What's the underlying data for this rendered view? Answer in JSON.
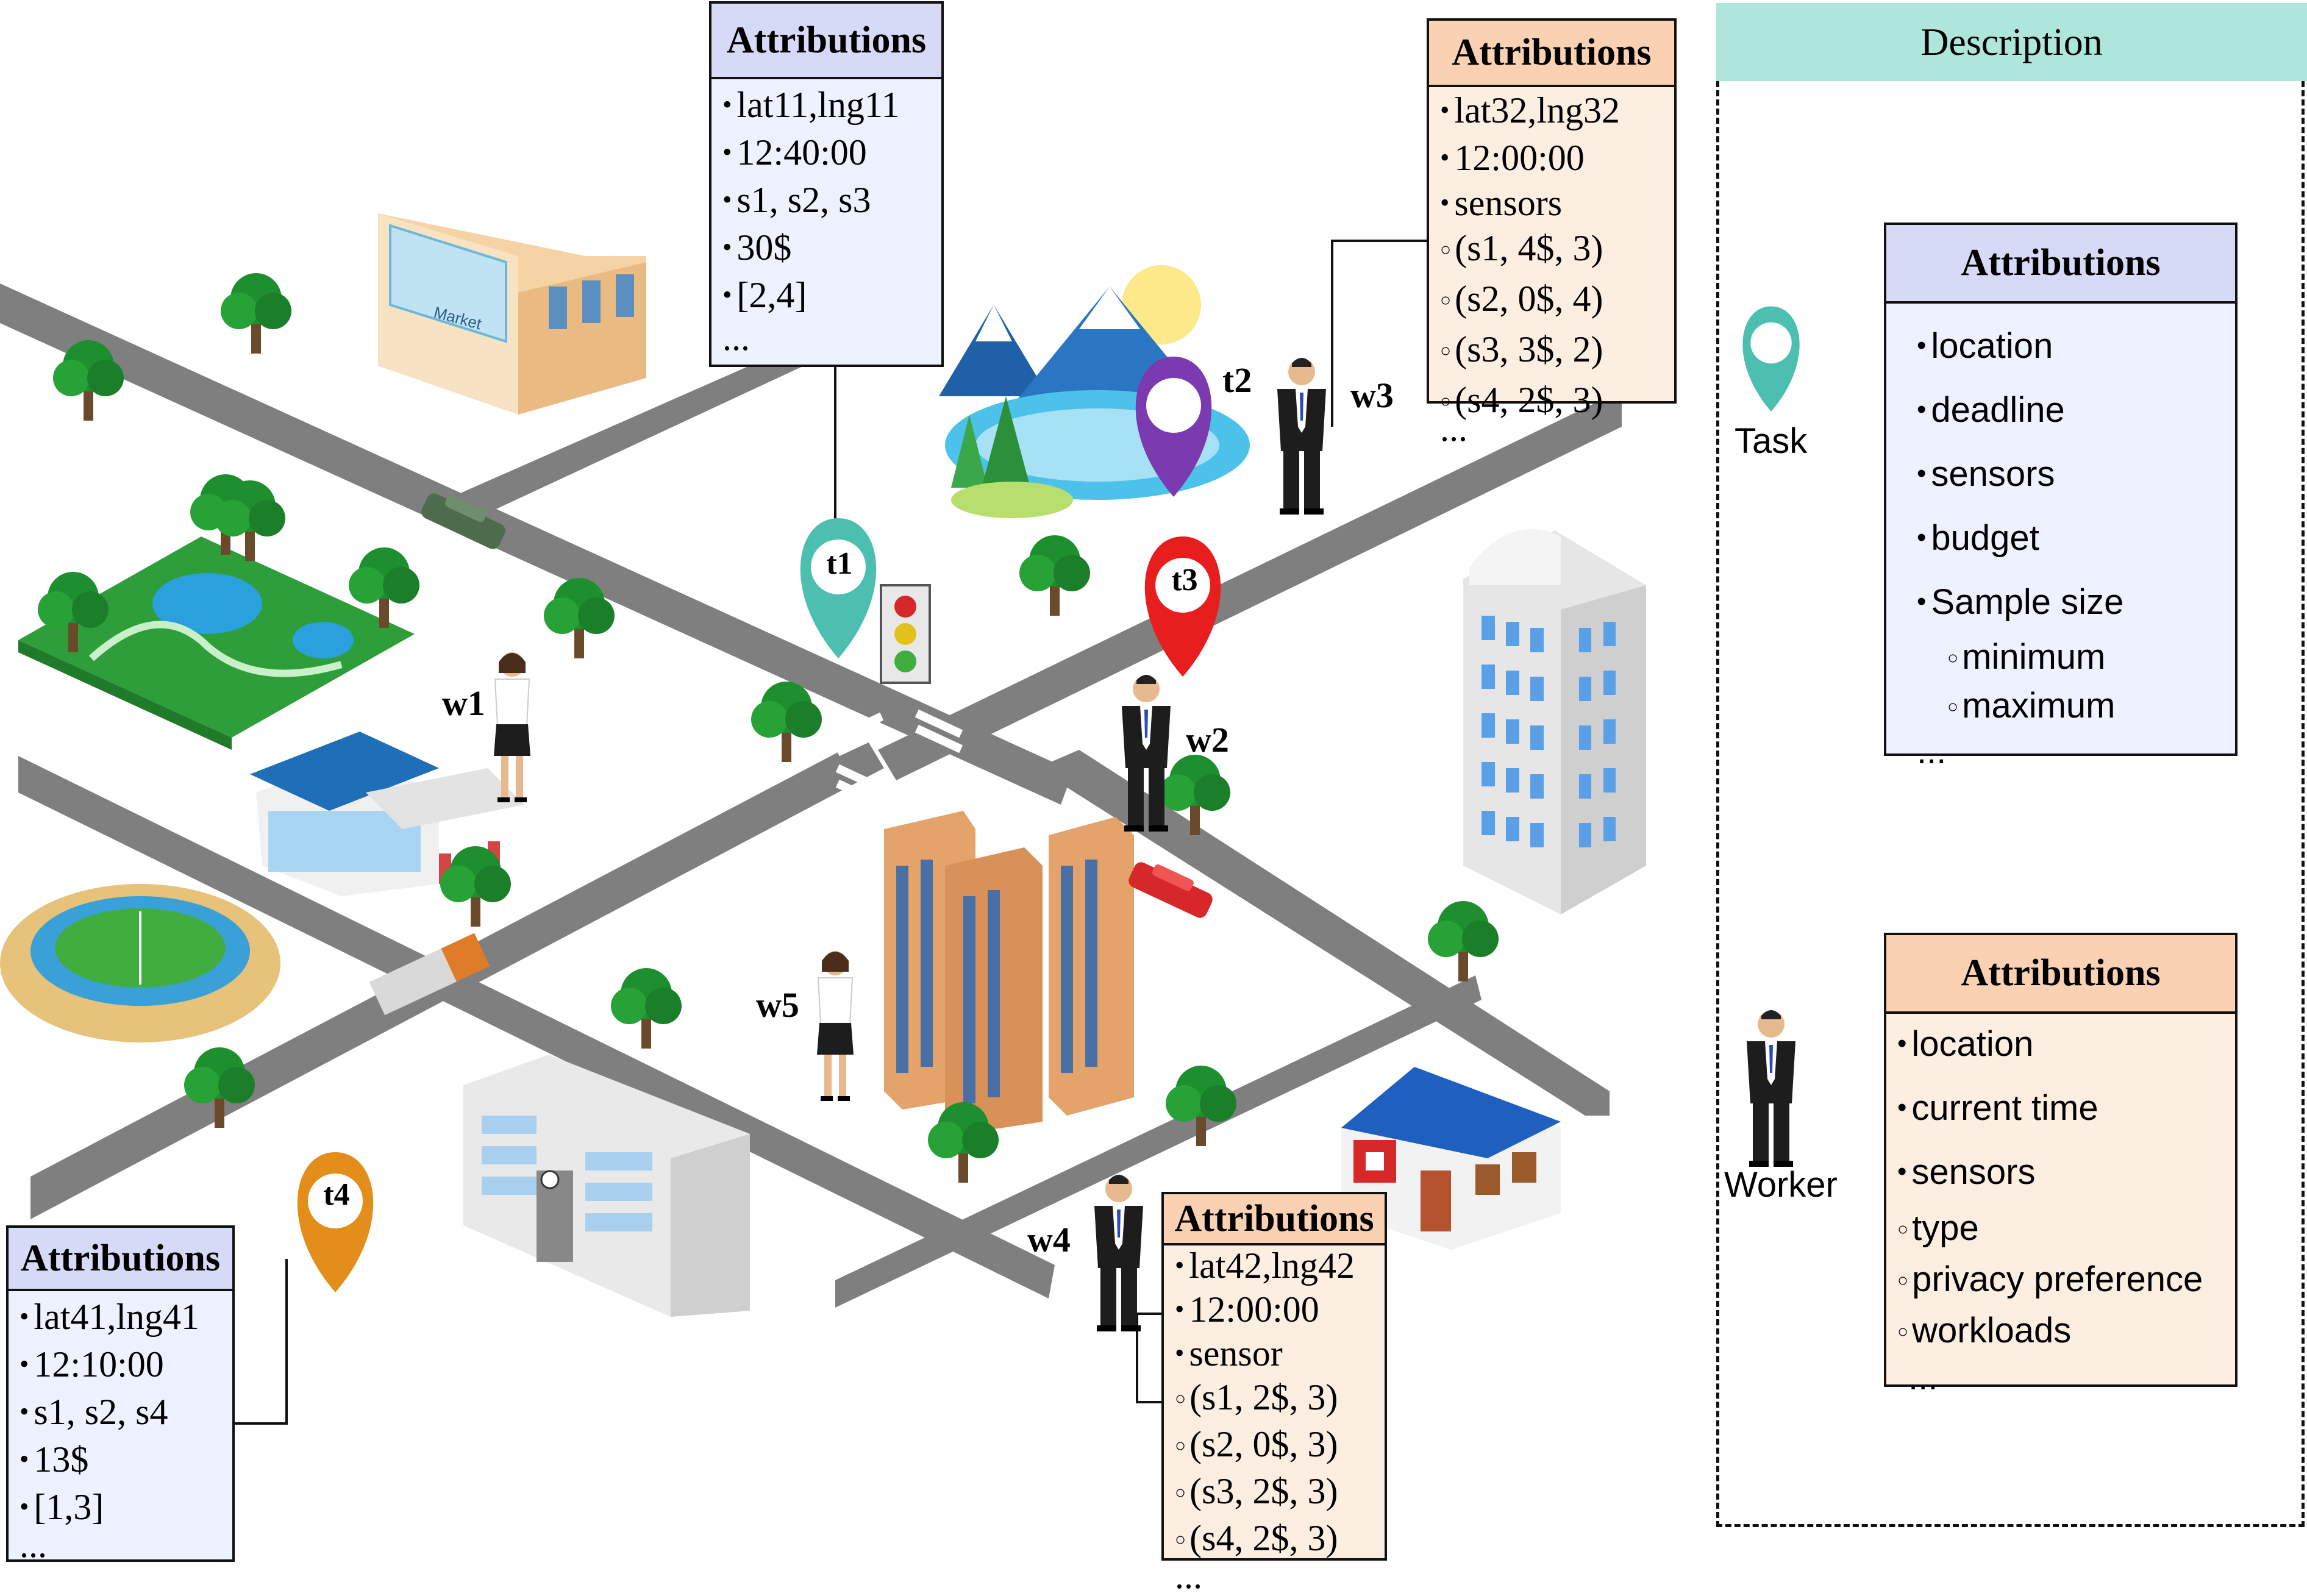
{
  "description": {
    "title": "Description",
    "task_label": "Task",
    "worker_label": "Worker",
    "task_box": {
      "header": "Attributions",
      "items": [
        "location",
        "deadline",
        "sensors",
        "budget",
        "Sample size"
      ],
      "sub_items": [
        "minimum",
        "maximum"
      ],
      "ellipsis": "..."
    },
    "worker_box": {
      "header": "Attributions",
      "items": [
        "location",
        "current time",
        "sensors"
      ],
      "sub_items": [
        "type",
        "privacy preference",
        "workloads"
      ],
      "ellipsis": "..."
    }
  },
  "tasks": [
    {
      "id": "t1",
      "color": "#4dbfb0",
      "attributions": {
        "header": "Attributions",
        "items": [
          "lat11,lng11",
          "12:40:00",
          "s1, s2, s3",
          "30$",
          "[2,4]"
        ],
        "ellipsis": "..."
      }
    },
    {
      "id": "t2",
      "color": "#7b3ab0"
    },
    {
      "id": "t3",
      "color": "#e81d1d"
    },
    {
      "id": "t4",
      "color": "#e38e1a",
      "attributions": {
        "header": "Attributions",
        "items": [
          "lat41,lng41",
          "12:10:00",
          "s1, s2, s4",
          "13$",
          "[1,3]"
        ],
        "ellipsis": "..."
      }
    }
  ],
  "workers": [
    {
      "id": "w1"
    },
    {
      "id": "w2"
    },
    {
      "id": "w3",
      "attributions": {
        "header": "Attributions",
        "items": [
          "lat32,lng32",
          "12:00:00",
          "sensors"
        ],
        "sub_items": [
          "(s1, 4$, 3)",
          "(s2, 0$, 4)",
          "(s3, 3$, 2)",
          "(s4, 2$, 3)"
        ],
        "ellipsis": "..."
      }
    },
    {
      "id": "w4",
      "attributions": {
        "header": "Attributions",
        "items": [
          "lat42,lng42",
          "12:00:00",
          "sensor"
        ],
        "sub_items": [
          "(s1, 2$, 3)",
          "(s2, 0$, 3)",
          "(s3, 2$, 3)",
          "(s4, 2$, 3)"
        ],
        "ellipsis": "..."
      }
    },
    {
      "id": "w5"
    }
  ],
  "market_sign": "Market",
  "colors": {
    "road": "#7f7f7f",
    "tree": "#1e8f2e",
    "park": "#2e9e3a",
    "water": "#2aa0dd",
    "building": "#e3a36a"
  }
}
